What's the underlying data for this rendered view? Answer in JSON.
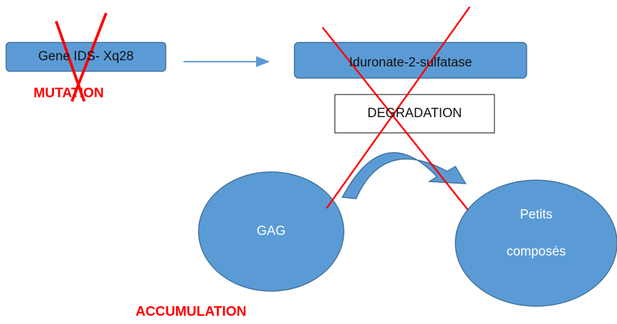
{
  "nodes": {
    "gene": {
      "label": "Gene IDS- Xq28"
    },
    "enzyme": {
      "label": "Iduronate-2-sulfatase"
    },
    "process": {
      "label": "DEGRADATION"
    },
    "substrate": {
      "label": "GAG"
    },
    "product": {
      "line1": "Petits",
      "line2": "composés"
    }
  },
  "annotations": {
    "mutation": "MUTATION",
    "accumulation": "ACCUMULATION"
  },
  "colors": {
    "node_fill": "#5b9bd5",
    "node_stroke": "#41719c",
    "cross": "#ff0000",
    "arrow": "#5b9bd5",
    "annotation": "#ff0000"
  }
}
